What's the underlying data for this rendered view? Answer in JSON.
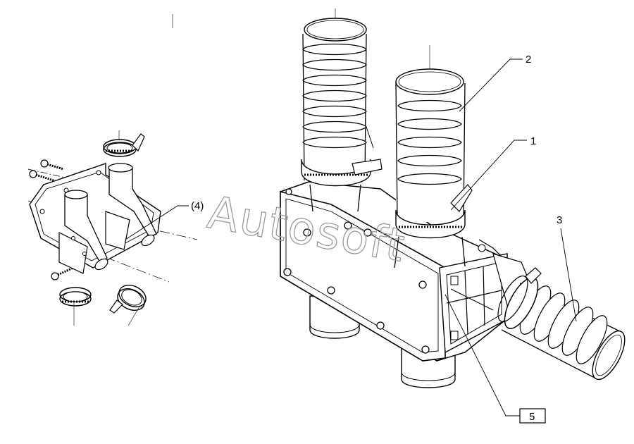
{
  "callouts": {
    "c1": "1",
    "c2": "2",
    "c3": "3",
    "c4": "(4)",
    "c5": "5"
  },
  "watermark": "Autosoft",
  "colors": {
    "line": "#000000",
    "background": "#ffffff",
    "watermark": "#9a9a9a"
  }
}
